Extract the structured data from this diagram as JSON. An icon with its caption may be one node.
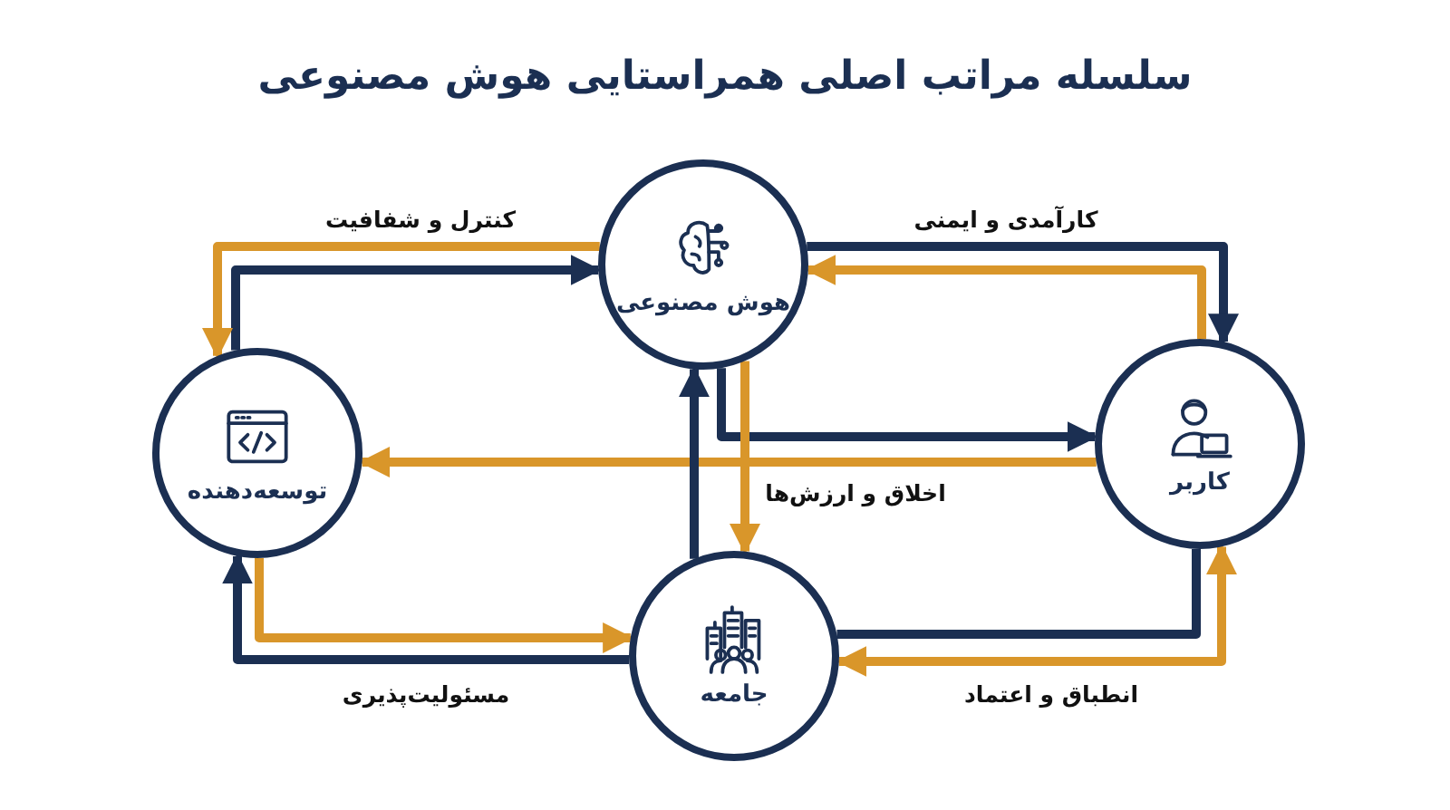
{
  "diagram": {
    "title": "سلسله مراتب اصلی **همراستایی هوش مصنوعی**",
    "nodes": [
      {
        "text": [
          "هوش مصنوعی"
        ]
      },
      {
        "text": [
          "توسعه‌دهنده"
        ]
      },
      {
        "text": [
          "کاربر"
        ]
      },
      {
        "text": [
          "جامعه"
        ]
      }
    ],
    "edges": [
      {
        "from": 1,
        "to": 0,
        "arrow": "to"
      },
      {
        "from": 0,
        "to": 1,
        "arrow": "to",
        "color": "#d9962a",
        "label": "کنترل و شفافیت"
      },
      {
        "from": 0,
        "to": 2,
        "arrow": "to",
        "label": "کارآمدی و ایمنی"
      },
      {
        "from": 2,
        "to": 0,
        "arrow": "to",
        "color": "#d9962a"
      },
      {
        "from": 0,
        "to": 2,
        "arrow": "to"
      },
      {
        "from": 2,
        "to": 1,
        "arrow": "to",
        "color": "#d9962a"
      },
      {
        "from": 0,
        "to": 3,
        "arrow": "to",
        "color": "#d9962a",
        "label": "اخلاق و ارزش‌ها"
      },
      {
        "from": 3,
        "to": 0,
        "arrow": "to"
      },
      {
        "from": 1,
        "to": 3,
        "arrow": "to",
        "color": "#d9962a"
      },
      {
        "from": 3,
        "to": 1,
        "arrow": "to",
        "label": "مسئولیت‌پذیری"
      },
      {
        "from": 3,
        "to": 2,
        "arrow": "none"
      },
      {
        "from": 3,
        "to": 2,
        "arrow": "both",
        "color": "#d9962a",
        "label": "انطباق و اعتماد"
      }
    ]
  }
}
